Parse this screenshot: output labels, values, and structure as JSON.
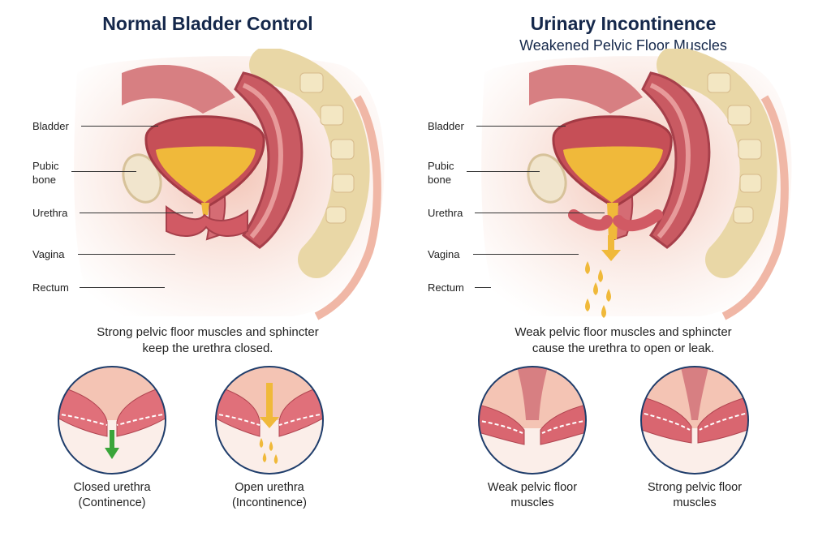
{
  "colors": {
    "title": "#15284b",
    "tissue": "#e8a59b",
    "muscle": "#c9525a",
    "urine": "#f0b93a",
    "arrow_green": "#3aa53a"
  },
  "left_panel": {
    "title": "Normal Bladder Control",
    "labels": {
      "bladder": "Bladder",
      "pubic_bone": "Pubic\nbone",
      "urethra": "Urethra",
      "vagina": "Vagina",
      "rectum": "Rectum"
    },
    "caption_line1": "Strong pelvic floor muscles and sphincter",
    "caption_line2": "keep the urethra closed.",
    "circles": [
      {
        "line1": "Closed urethra",
        "line2": "(Continence)",
        "arrow": "green-arrow-icon"
      },
      {
        "line1": "Open urethra",
        "line2": "(Incontinence)",
        "arrow": "yellow-arrow-icon"
      }
    ]
  },
  "right_panel": {
    "title": "Urinary Incontinence",
    "subtitle": "Weakened Pelvic Floor Muscles",
    "labels": {
      "bladder": "Bladder",
      "pubic_bone": "Pubic\nbone",
      "urethra": "Urethra",
      "vagina": "Vagina",
      "rectum": "Rectum"
    },
    "caption_line1": "Weak pelvic floor muscles and sphincter",
    "caption_line2": "cause the urethra to open or leak.",
    "circles": [
      {
        "line1": "Weak pelvic floor",
        "line2": "muscles"
      },
      {
        "line1": "Strong pelvic floor",
        "line2": "muscles"
      }
    ]
  }
}
